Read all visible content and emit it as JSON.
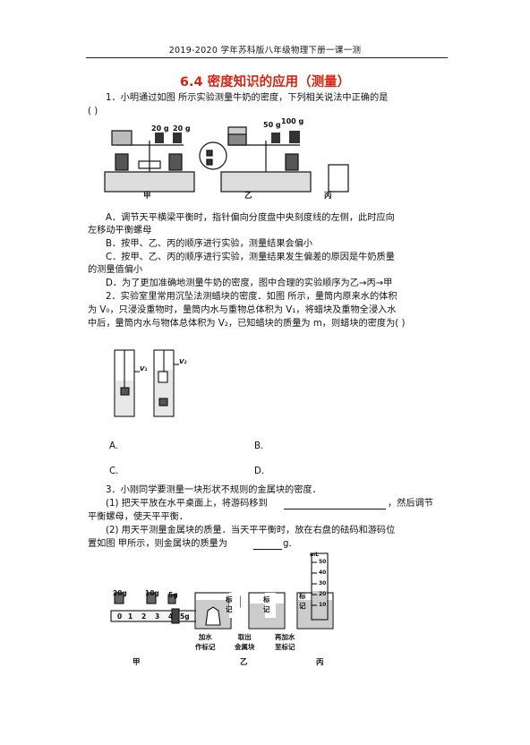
{
  "header": "2019-2020 学年苏科版八年级物理下册一课一测",
  "title": "6.4 密度知识的应用（测量）",
  "q1": {
    "stem_l1": "1．小明通过如图 所示实验测量牛奶的密度，下列相关说法中正确的是",
    "stem_l2": "(      )",
    "fig_labels": [
      "甲",
      "乙",
      "丙"
    ],
    "weights_a": [
      "20 g",
      "20 g"
    ],
    "weights_b": [
      "50 g",
      "100 g"
    ],
    "opt_a_l1": "A．调节天平横梁平衡时，指针偏向分度盘中央刻度线的左侧，此时应向",
    "opt_a_l2": "左移动平衡螺母",
    "opt_b": "B．按甲、乙、丙的顺序进行实验，测量结果会偏小",
    "opt_c_l1": "C．按甲、乙、丙的顺序进行实验，测量结果发生偏差的原因是牛奶质量",
    "opt_c_l2": "的测量值偏小",
    "opt_d": "D．为了更加准确地测量牛奶的密度，图中合理的实验顺序为乙→丙→甲"
  },
  "q2": {
    "l1": "2．实验室里常用沉坠法测蜡块的密度．如图 所示，量筒内原来水的体积",
    "l2": "为 V₀，只浸没重物时，量筒内水与重物总体积为 V₁，将蜡块及重物全浸入水",
    "l3": "中后，量筒内水与物体总体积为 V₂，已知蜡块的质量为 m，则蜡块的密度为(      )",
    "fig_v1": "V₁",
    "fig_v2": "V₂",
    "opt_a": "A.",
    "opt_b": "B.",
    "opt_c": "C.",
    "opt_d": "D."
  },
  "q3": {
    "stem": "3．小刚同学要测量一块形状不规则的金属块的密度．",
    "p1_a": "(1) 把天平放在水平桌面上，将游码移到",
    "p1_b": "，然后调节",
    "p1_l2": "平衡螺母，使天平平衡．",
    "p2_l1": "(2) 用天平测量金属块的质量．当天平平衡时，放在右盘的砝码和游码位",
    "p2_l2a": "置如图 甲所示，则金属块的质量为",
    "p2_l2b": "g.",
    "weights": [
      "20g",
      "10g",
      "5g"
    ],
    "scale_ticks": [
      "0",
      "1",
      "2",
      "3",
      "4",
      "5g"
    ],
    "beaker_labels": [
      "加水\n作标记",
      "取出\n金属块",
      "再加水\n至标记"
    ],
    "mark_label": "标记",
    "cylinder_unit": "mL",
    "cylinder_ticks": [
      "50",
      "40",
      "30",
      "20",
      "10"
    ],
    "fig_labels": [
      "甲",
      "乙",
      "丙"
    ]
  }
}
